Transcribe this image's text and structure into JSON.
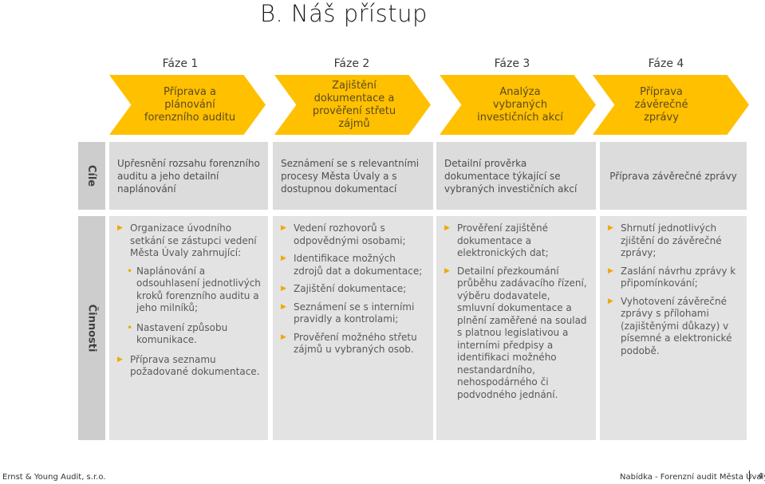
{
  "title": "B. Náš přístup",
  "phases": [
    {
      "label": "Fáze 1",
      "name": "Příprava a plánování forenzního auditu"
    },
    {
      "label": "Fáze 2",
      "name": "Zajištění dokumentace a prověření střetu zájmů"
    },
    {
      "label": "Fáze 3",
      "name": "Analýza vybraných investičních akcí"
    },
    {
      "label": "Fáze 4",
      "name": "Příprava závěrečné zprávy"
    }
  ],
  "row_labels": {
    "goals": "Cíle",
    "activities": "Činnosti"
  },
  "goals": [
    "Upřesnění rozsahu forenzního auditu a jeho detailní naplánování",
    "Seznámení se s relevantními procesy Města Úvaly a s dostupnou dokumentací",
    "Detailní prověrka dokumentace týkající se vybraných investičních akcí",
    "Příprava závěrečné zprávy"
  ],
  "activities": [
    {
      "items": [
        "Organizace úvodního setkání se zástupci vedení Města Úvaly zahrnující:",
        "Naplánování a odsouhlasení jednotlivých kroků forenzního auditu a jeho milníků;",
        "Nastavení způsobu komunikace.",
        "Příprava seznamu požadované dokumentace."
      ]
    },
    {
      "items": [
        "Vedení rozhovorů s odpovědnými osobami;",
        "Identifikace možných zdrojů dat a dokumentace;",
        "Zajištění dokumentace;",
        "Seznámení se s interními pravidly a kontrolami;",
        "Prověření možného střetu zájmů u vybraných osob."
      ]
    },
    {
      "items": [
        "Prověření zajištěné dokumentace a elektronických dat;",
        "Detailní přezkoumání průběhu zadávacího řízení, výběru dodavatele, smluvní dokumentace a plnění zaměřené na soulad s platnou legislativou a interními předpisy a identifikaci možného nestandardního, nehospodárného či podvodného jednání."
      ]
    },
    {
      "items": [
        "Shrnutí jednotlivých zjištění do závěrečné zprávy;",
        "Zaslání návrhu zprávy k připomínkování;",
        "Vyhotovení závěrečné zprávy s přílohami (zajištěnými důkazy) v písemné a elektronické podobě."
      ]
    }
  ],
  "footer": {
    "company": "Ernst & Young Audit, s.r.o.",
    "doc": "Nabídka - Forenzní audit Města Úvaly",
    "page": "4"
  },
  "colors": {
    "accent": "#ffc000",
    "bullet": "#f0a800",
    "goal_bg": "#dcdcdc",
    "activity_bg": "#e3e3e3"
  }
}
